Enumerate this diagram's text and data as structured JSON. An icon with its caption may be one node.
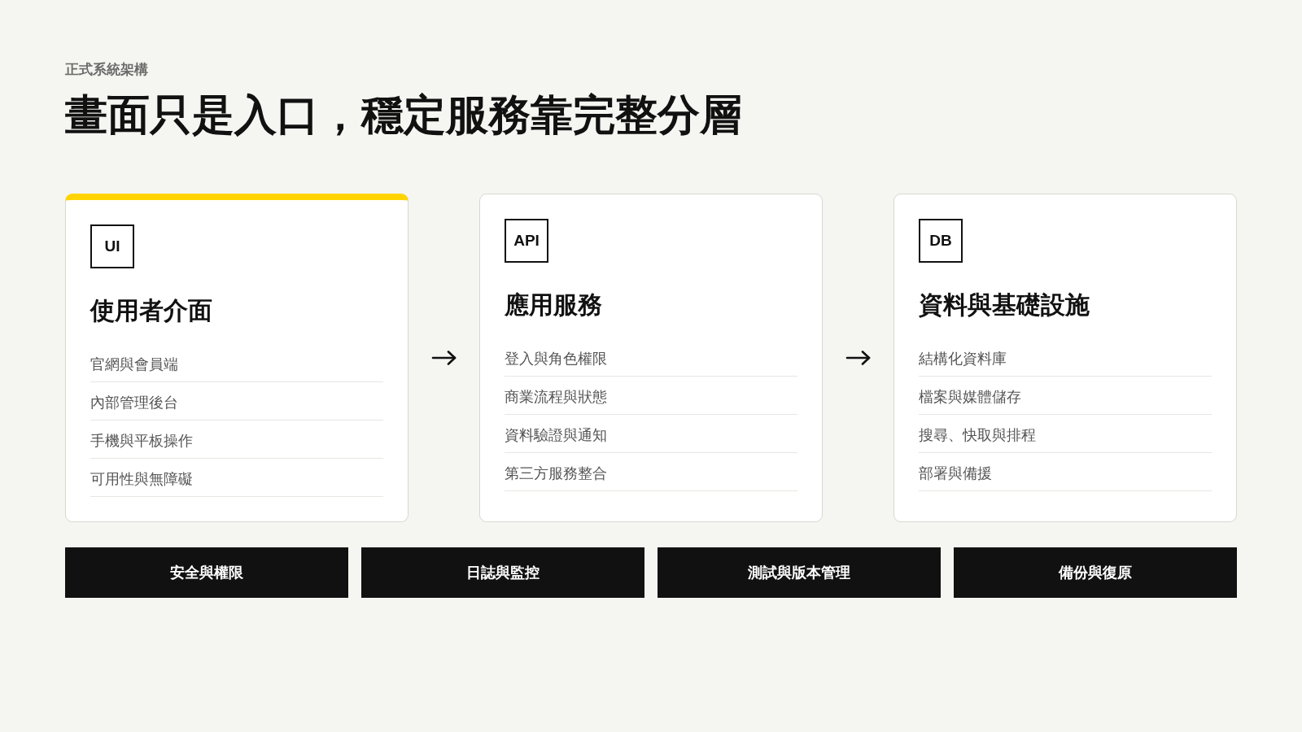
{
  "diagram": {
    "title": "畫面只是入口，穩定服務靠完整分層",
    "nodes": [
      {
        "text": [
          "使用者介面",
          "官網與會員端",
          "內部管理後台",
          "手機與平板操作",
          "可用性與無障礙"
        ]
      },
      {
        "text": [
          "UI"
        ],
        "in": 0
      },
      {
        "text": [
          "應用服務",
          "登入與角色權限",
          "商業流程與狀態",
          "資料驗證與通知",
          "第三方服務整合"
        ]
      },
      {
        "text": [
          "API"
        ],
        "in": 2
      },
      {
        "text": [
          "資料與基礎設施",
          "結構化資料庫",
          "檔案與媒體儲存",
          "搜尋、快取與排程",
          "部署與備援"
        ]
      },
      {
        "text": [
          "DB"
        ],
        "in": 4
      },
      {
        "text": [
          "安全與權限"
        ]
      },
      {
        "text": [
          "日誌與監控"
        ]
      },
      {
        "text": [
          "測試與版本管理"
        ]
      },
      {
        "text": [
          "備份與復原"
        ]
      }
    ],
    "edges": [
      {
        "from": 0,
        "to": 2,
        "arrow": "to"
      },
      {
        "from": 2,
        "to": 4,
        "arrow": "to"
      }
    ],
    "labels": [
      "正式系統架構"
    ]
  }
}
